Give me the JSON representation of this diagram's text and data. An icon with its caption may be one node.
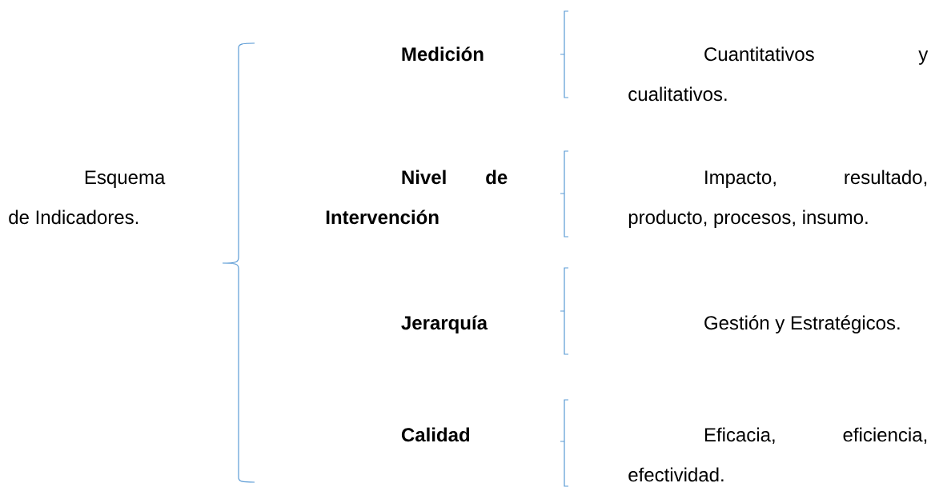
{
  "diagram": {
    "labels": [
      "Medición",
      "Cuantitativos y cualitativos.",
      "Esquema de Indicadores.",
      "Nivel de Intervención",
      "Impacto, resultado, producto, procesos, insumo.",
      "Jerarquía",
      "Gestión y Estratégicos.",
      "Calidad",
      "Eficacia, eficiencia, efectividad."
    ]
  }
}
